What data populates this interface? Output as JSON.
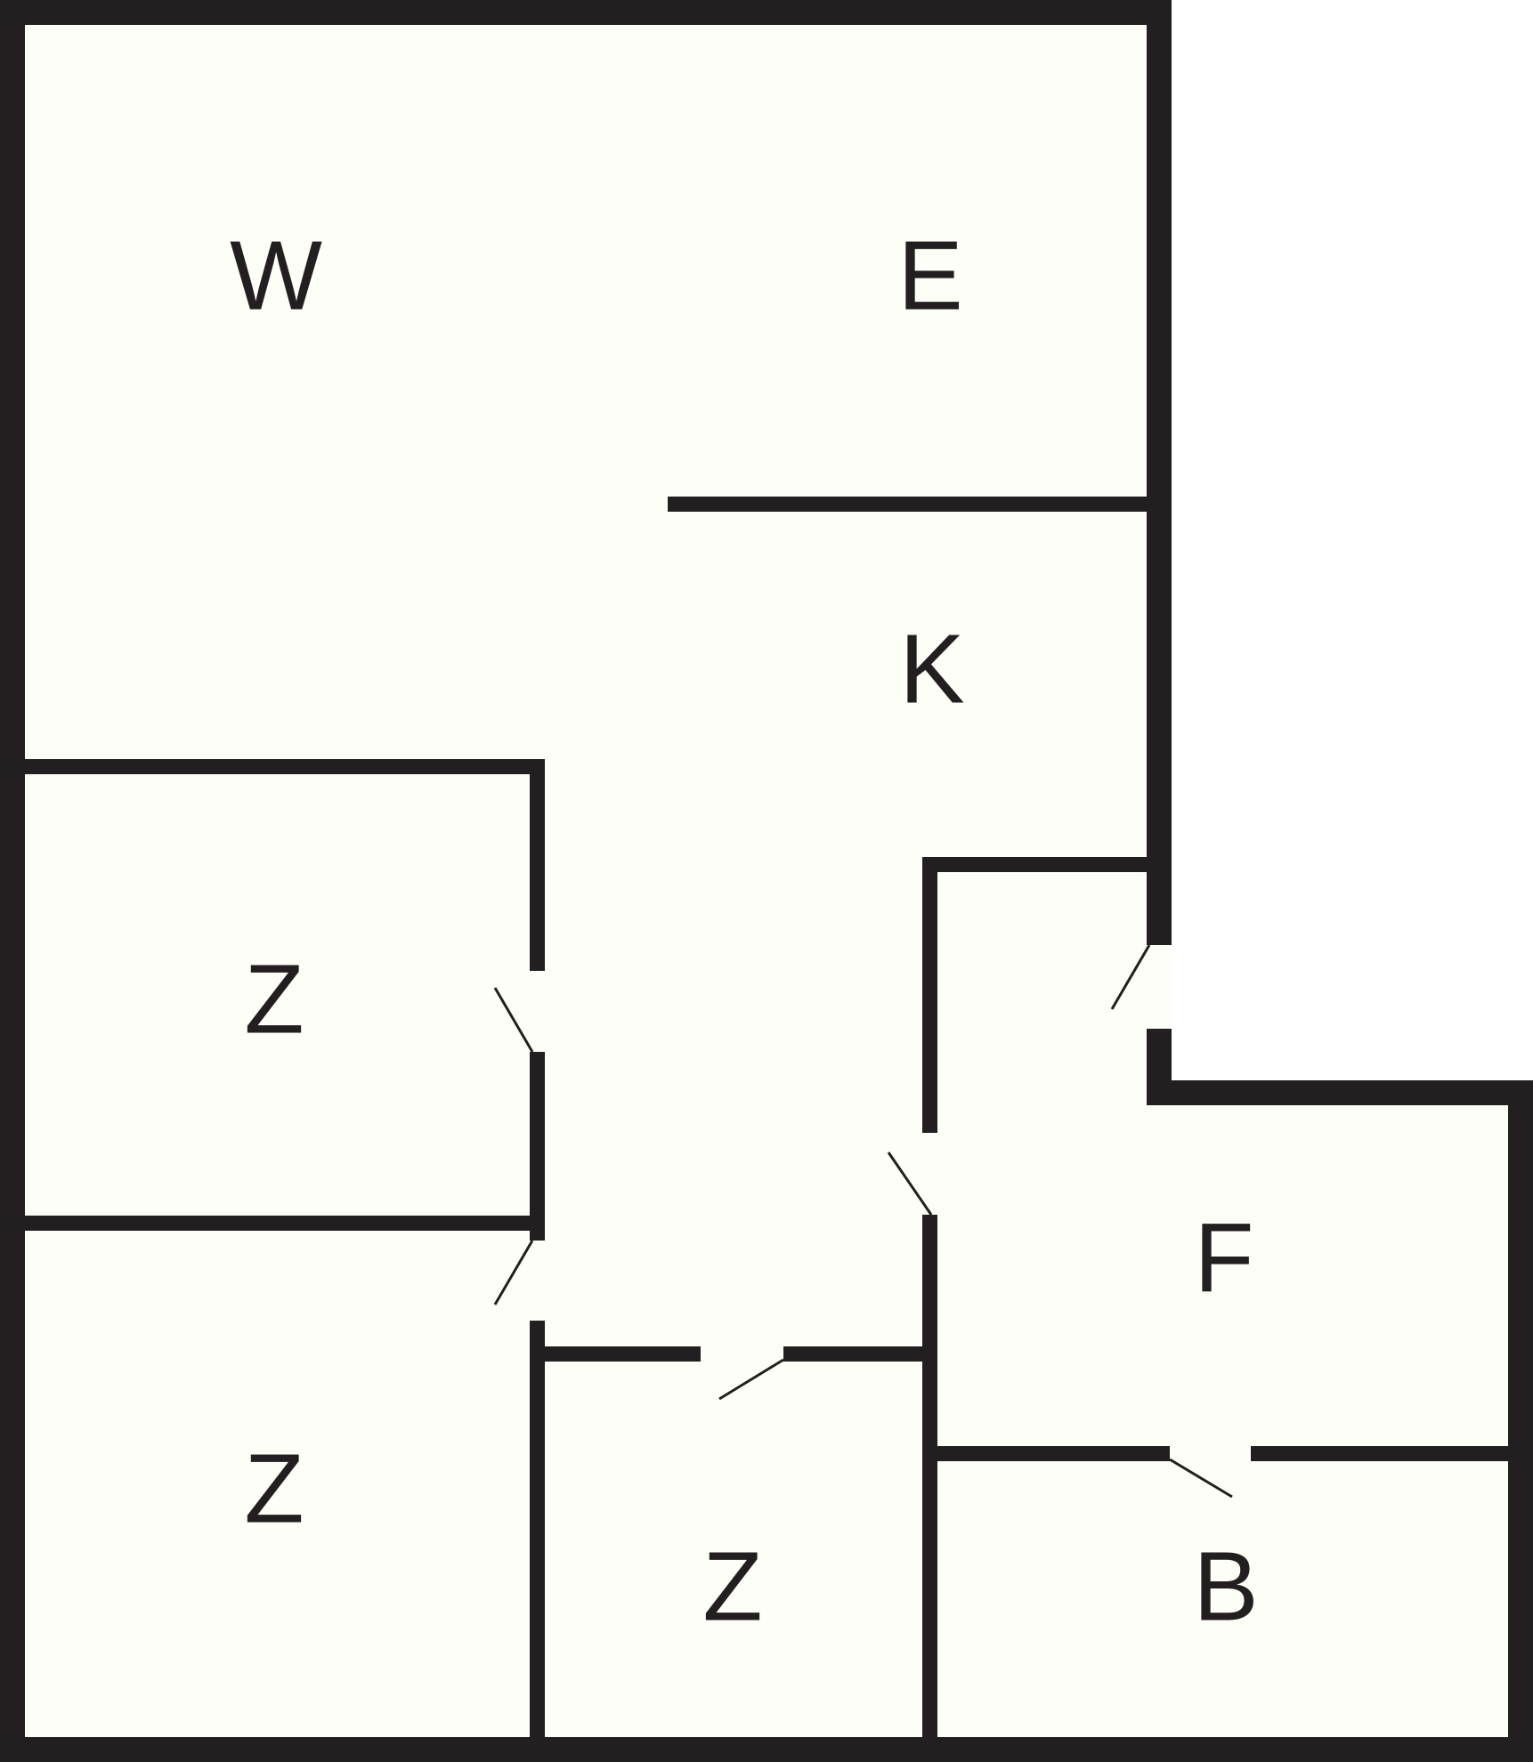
{
  "colors": {
    "wall": "#231f20",
    "floor": "#fefef9",
    "background": "#ffffff",
    "label": "#231f20"
  },
  "rooms": [
    {
      "label": "W"
    },
    {
      "label": "E"
    },
    {
      "label": "K"
    },
    {
      "label": "Z"
    },
    {
      "label": "Z"
    },
    {
      "label": "Z"
    },
    {
      "label": "F"
    },
    {
      "label": "B"
    }
  ]
}
